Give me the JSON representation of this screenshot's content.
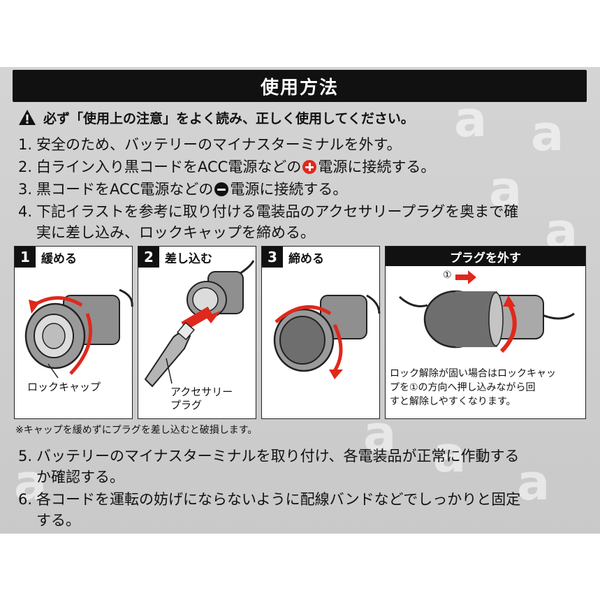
{
  "title": "使用方法",
  "warning": "必ず「使用上の注意」をよく読み、正しく使用してください。",
  "steps": {
    "s1": {
      "num": "1.",
      "text": "安全のため、バッテリーのマイナスターミナルを外す。"
    },
    "s2": {
      "num": "2.",
      "pre": "白ライン入り黒コードをACC電源などの",
      "post": "電源に接続する。"
    },
    "s3": {
      "num": "3.",
      "pre": "黒コードをACC電源などの",
      "post": "電源に接続する。"
    },
    "s4": {
      "num": "4.",
      "line1": "下記イラストを参考に取り付ける電装品のアクセサリープラグを奥まで確",
      "line2": "実に差し込み、ロックキャップを締める。"
    },
    "s5": {
      "num": "5.",
      "line1": "バッテリーのマイナスターミナルを取り付け、各電装品が正常に作動する",
      "line2": "か確認する。"
    },
    "s6": {
      "num": "6.",
      "line1": "各コードを運転の妨げにならないように配線バンドなどでしっかりと固定",
      "line2": "する。"
    }
  },
  "panels": {
    "p1": {
      "num": "1",
      "title": "緩める",
      "label": "ロックキャップ"
    },
    "p2": {
      "num": "2",
      "title": "差し込む",
      "label1": "アクセサリー",
      "label2": "プラグ"
    },
    "p3": {
      "num": "3",
      "title": "締める"
    },
    "p4": {
      "title": "プラグを外す",
      "marker": "①",
      "desc1": "ロック解除が固い場合はロックキャッ",
      "desc2": "プを①の方向へ押し込みながら回",
      "desc3": "すと解除しやすくなります。"
    }
  },
  "note": "※キャップを緩めずにプラグを差し込むと破損します。",
  "colors": {
    "accent_red": "#e0281c",
    "bar": "#111111",
    "panel_bg": "#cccccc"
  }
}
